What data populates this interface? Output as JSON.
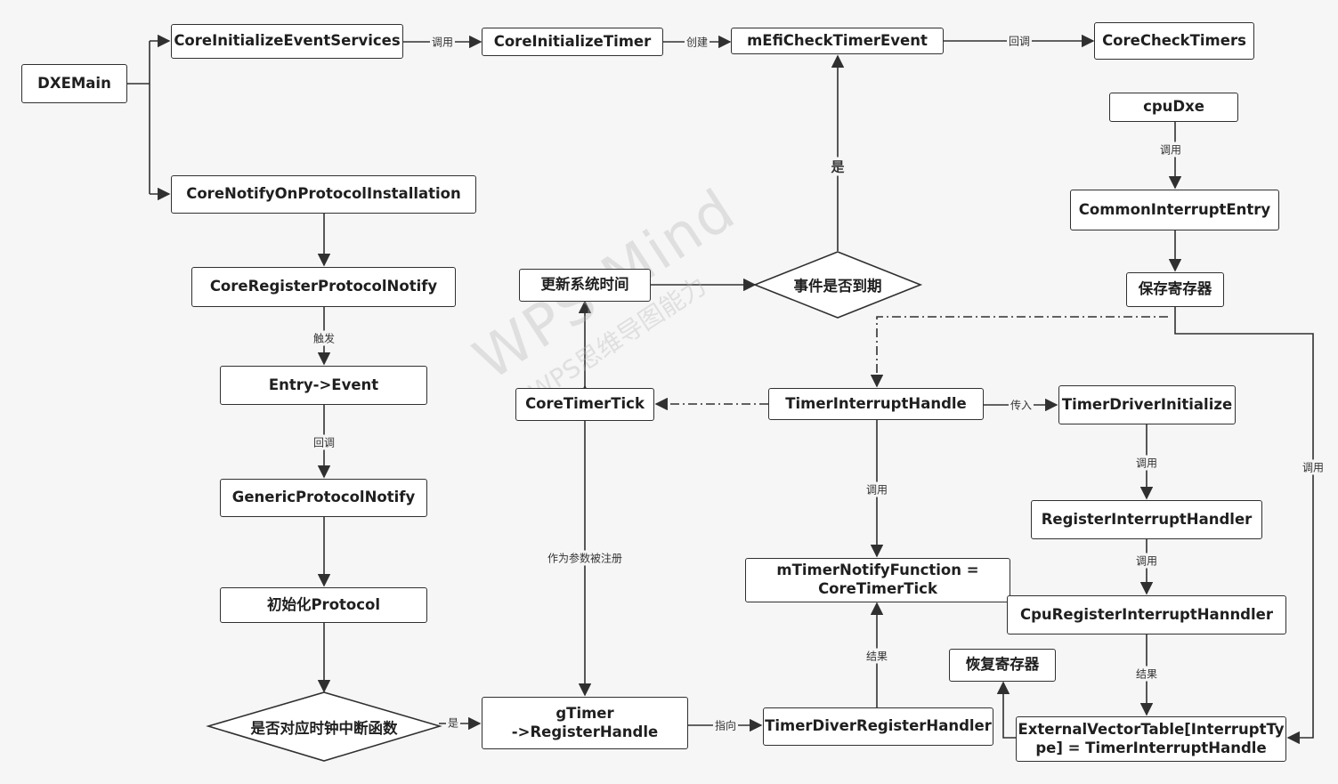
{
  "nodes": {
    "dxemain": "DXEMain",
    "core_init_event_services": "CoreInitializeEventServices",
    "core_init_timer": "CoreInitializeTimer",
    "m_efi_check_timer_event": "mEfiCheckTimerEvent",
    "core_check_timers": "CoreCheckTimers",
    "cpu_dxe": "cpuDxe",
    "common_interrupt_entry": "CommonInterruptEntry",
    "core_notify_on_protocol_installation": "CoreNotifyOnProtocolInstallation",
    "core_register_protocol_notify": "CoreRegisterProtocolNotify",
    "entry_event": "Entry->Event",
    "generic_protocol_notify": "GenericProtocolNotify",
    "init_protocol": "初始化Protocol",
    "update_system_time": "更新系统时间",
    "save_registers": "保存寄存器",
    "core_timer_tick": "CoreTimerTick",
    "timer_interrupt_handle": "TimerInterruptHandle",
    "timer_driver_initialize": "TimerDriverInitialize",
    "register_interrupt_handler": "RegisterInterruptHandler",
    "m_timer_notify_function": "mTimerNotifyFunction = CoreTimerTick",
    "cpu_register_interrupt_handler": "CpuRegisterInterruptHanndler",
    "restore_registers": "恢复寄存器",
    "g_timer_register_handle_line1": "gTimer",
    "g_timer_register_handle_line2": "->RegisterHandle",
    "timer_diver_register_handler": "TimerDiverRegisterHandler",
    "external_vector_table_line1": "ExternalVectorTable[InterruptTy",
    "external_vector_table_line2": "pe] = TimerInterruptHandle"
  },
  "decisions": {
    "event_expired": "事件是否到期",
    "is_timer_interrupt_fn": "是否对应时钟中断函数"
  },
  "edge_labels": {
    "call_1": "调用",
    "create": "创建",
    "callback_1": "回调",
    "yes_1": "是",
    "call_cpu": "调用",
    "trigger": "触发",
    "callback_2": "回调",
    "pass_in": "传入",
    "call_right": "调用",
    "call_handle": "调用",
    "call_tdi": "调用",
    "call_rih": "调用",
    "registered_as_param": "作为参数被注册",
    "result_1": "结果",
    "result_2": "结果",
    "yes_2": "是",
    "point_to": "指向"
  },
  "watermark": {
    "big": "WPS Mind",
    "small": "WPS思维导图能力"
  },
  "colors": {
    "line": "#303030",
    "node_border": "#303030",
    "node_fill": "#ffffff",
    "background": "#f6f6f6"
  }
}
